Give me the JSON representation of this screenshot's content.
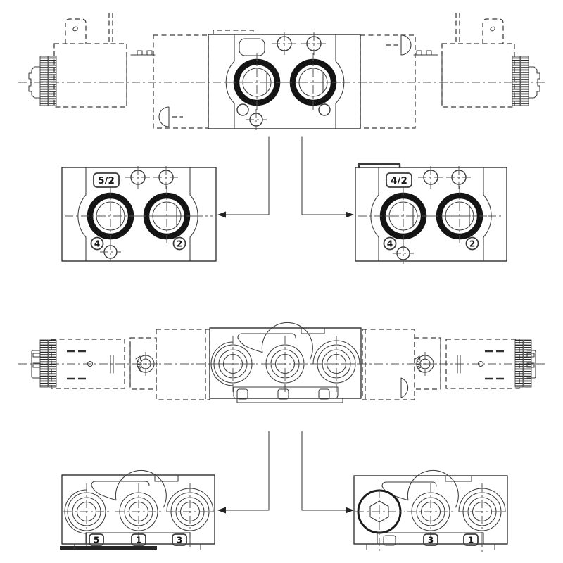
{
  "colors": {
    "line": "#3a3a3a",
    "seal_ring": "#141414",
    "background": "#ffffff"
  },
  "top_view": {
    "detail_left": {
      "tag": "5/2",
      "port_a": "4",
      "port_b": "2"
    },
    "detail_right": {
      "tag": "4/2",
      "port_a": "4",
      "port_b": "2"
    }
  },
  "bottom_view": {
    "detail_left": {
      "port_a": "5",
      "port_b": "1",
      "port_c": "3"
    },
    "detail_right": {
      "port_a": "3",
      "port_b": "1"
    }
  }
}
